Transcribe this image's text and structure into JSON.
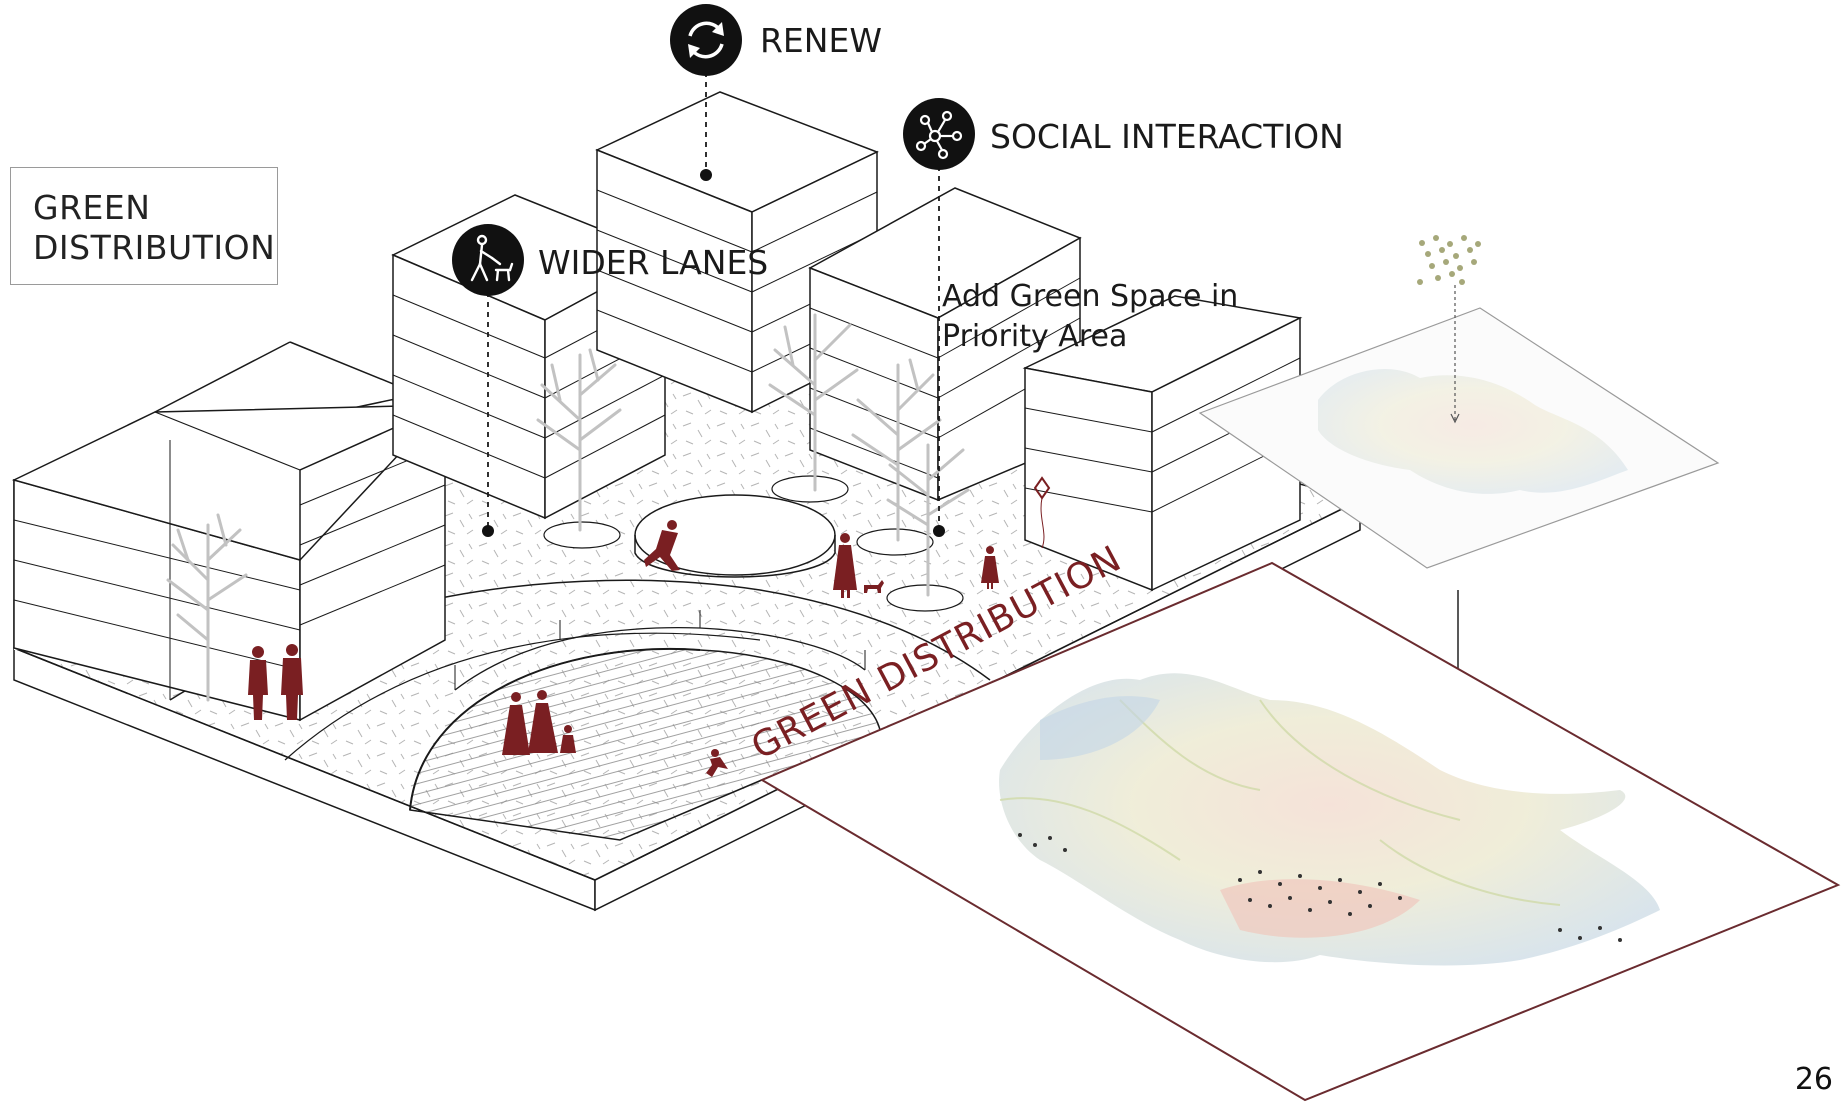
{
  "title_box": {
    "line1": "GREEN",
    "line2": "DISTRIBUTION"
  },
  "callouts": {
    "renew": "RENEW",
    "social": "SOCIAL INTERACTION",
    "wider": "WIDER LANES",
    "priority_line1": "Add Green Space in",
    "priority_line2": "Priority Area"
  },
  "ground_label": "GREEN DISTRIBUTION",
  "page_number": "26",
  "icons": [
    "refresh-icon",
    "network-icon",
    "pedestrian-dog-icon"
  ],
  "colors": {
    "accent": "#7a1f22",
    "frame": "#6a2b2f",
    "line": "#1a1a1a",
    "tree": "#c9c9c9"
  }
}
